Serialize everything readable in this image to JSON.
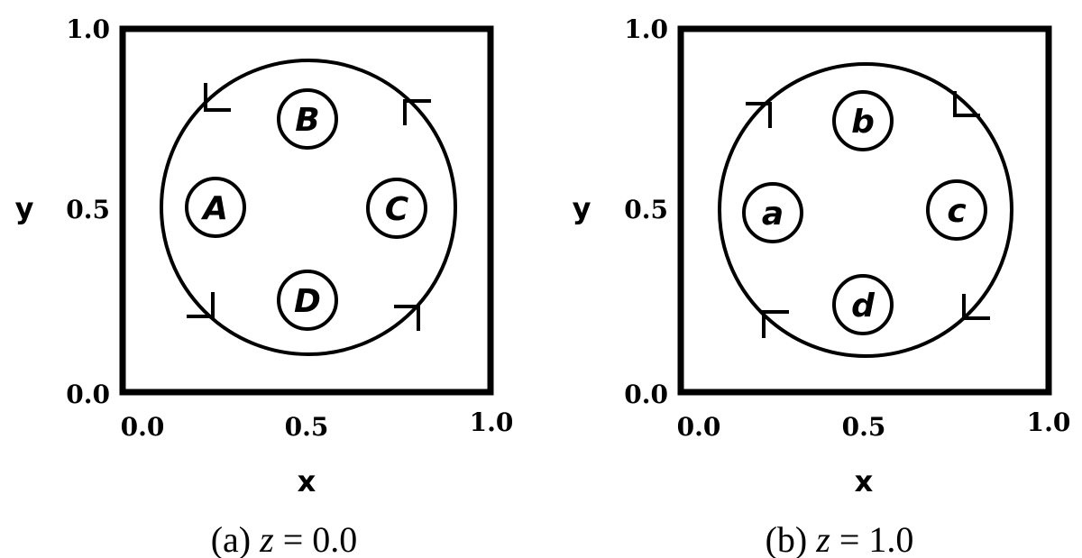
{
  "panels": [
    {
      "caption_prefix": "(a) ",
      "caption_var": "z",
      "caption_suffix": " = 0.0",
      "x_ticks": [
        "0.0",
        "0.5",
        "1.0"
      ],
      "y_ticks": [
        "1.0",
        "0.5",
        "0.0"
      ],
      "xlabel": "x",
      "ylabel": "y",
      "regions": [
        "A",
        "B",
        "C",
        "D"
      ]
    },
    {
      "caption_prefix": "(b) ",
      "caption_var": "z",
      "caption_suffix": " = 1.0",
      "x_ticks": [
        "0.0",
        "0.5",
        "1.0"
      ],
      "y_ticks": [
        "1.0",
        "0.5",
        "0.0"
      ],
      "xlabel": "x",
      "ylabel": "y",
      "regions": [
        "a",
        "b",
        "c",
        "d"
      ]
    }
  ]
}
